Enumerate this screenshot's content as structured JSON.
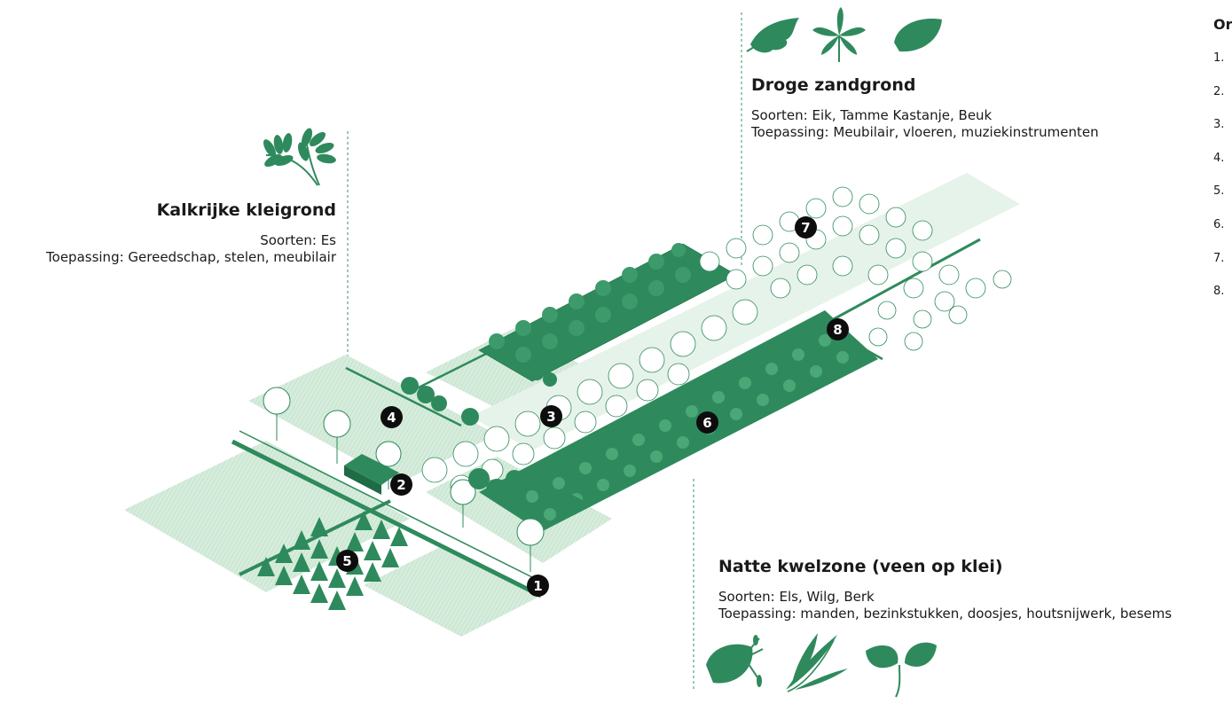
{
  "zones": {
    "kalkrijke": {
      "title": "Kalkrijke kleigrond",
      "soorten": "Soorten: Es",
      "toepassing": "Toepassing: Gereedschap, stelen, meubilair"
    },
    "droge": {
      "title": "Droge zandgrond",
      "soorten": "Soorten: Eik, Tamme Kastanje, Beuk",
      "toepassing": "Toepassing: Meubilair, vloeren, muziekinstrumenten"
    },
    "natte": {
      "title": "Natte kwelzone (veen op klei)",
      "soorten": "Soorten: Els, Wilg, Berk",
      "toepassing": "Toepassing: manden, bezinkstukken, doosjes, houtsnijwerk, besems"
    }
  },
  "markers": [
    "1",
    "2",
    "3",
    "4",
    "5",
    "6",
    "7",
    "8"
  ],
  "legend": {
    "title": "Or",
    "items": [
      "1.",
      "2.",
      "3.",
      "4.",
      "5.",
      "6.",
      "7.",
      "8."
    ]
  },
  "icons": [
    "ash-leaf-icon",
    "oak-leaf-icon",
    "chestnut-leaf-icon",
    "beech-leaf-icon",
    "alder-leaf-icon",
    "willow-leaf-icon",
    "birch-leaf-icon"
  ],
  "colors": {
    "dark_green": "#2e8a5c",
    "light_green": "#dcefe2",
    "field_green": "#cfe8d6",
    "white_tree": "#ffffff",
    "marker": "#0d0d0d"
  }
}
